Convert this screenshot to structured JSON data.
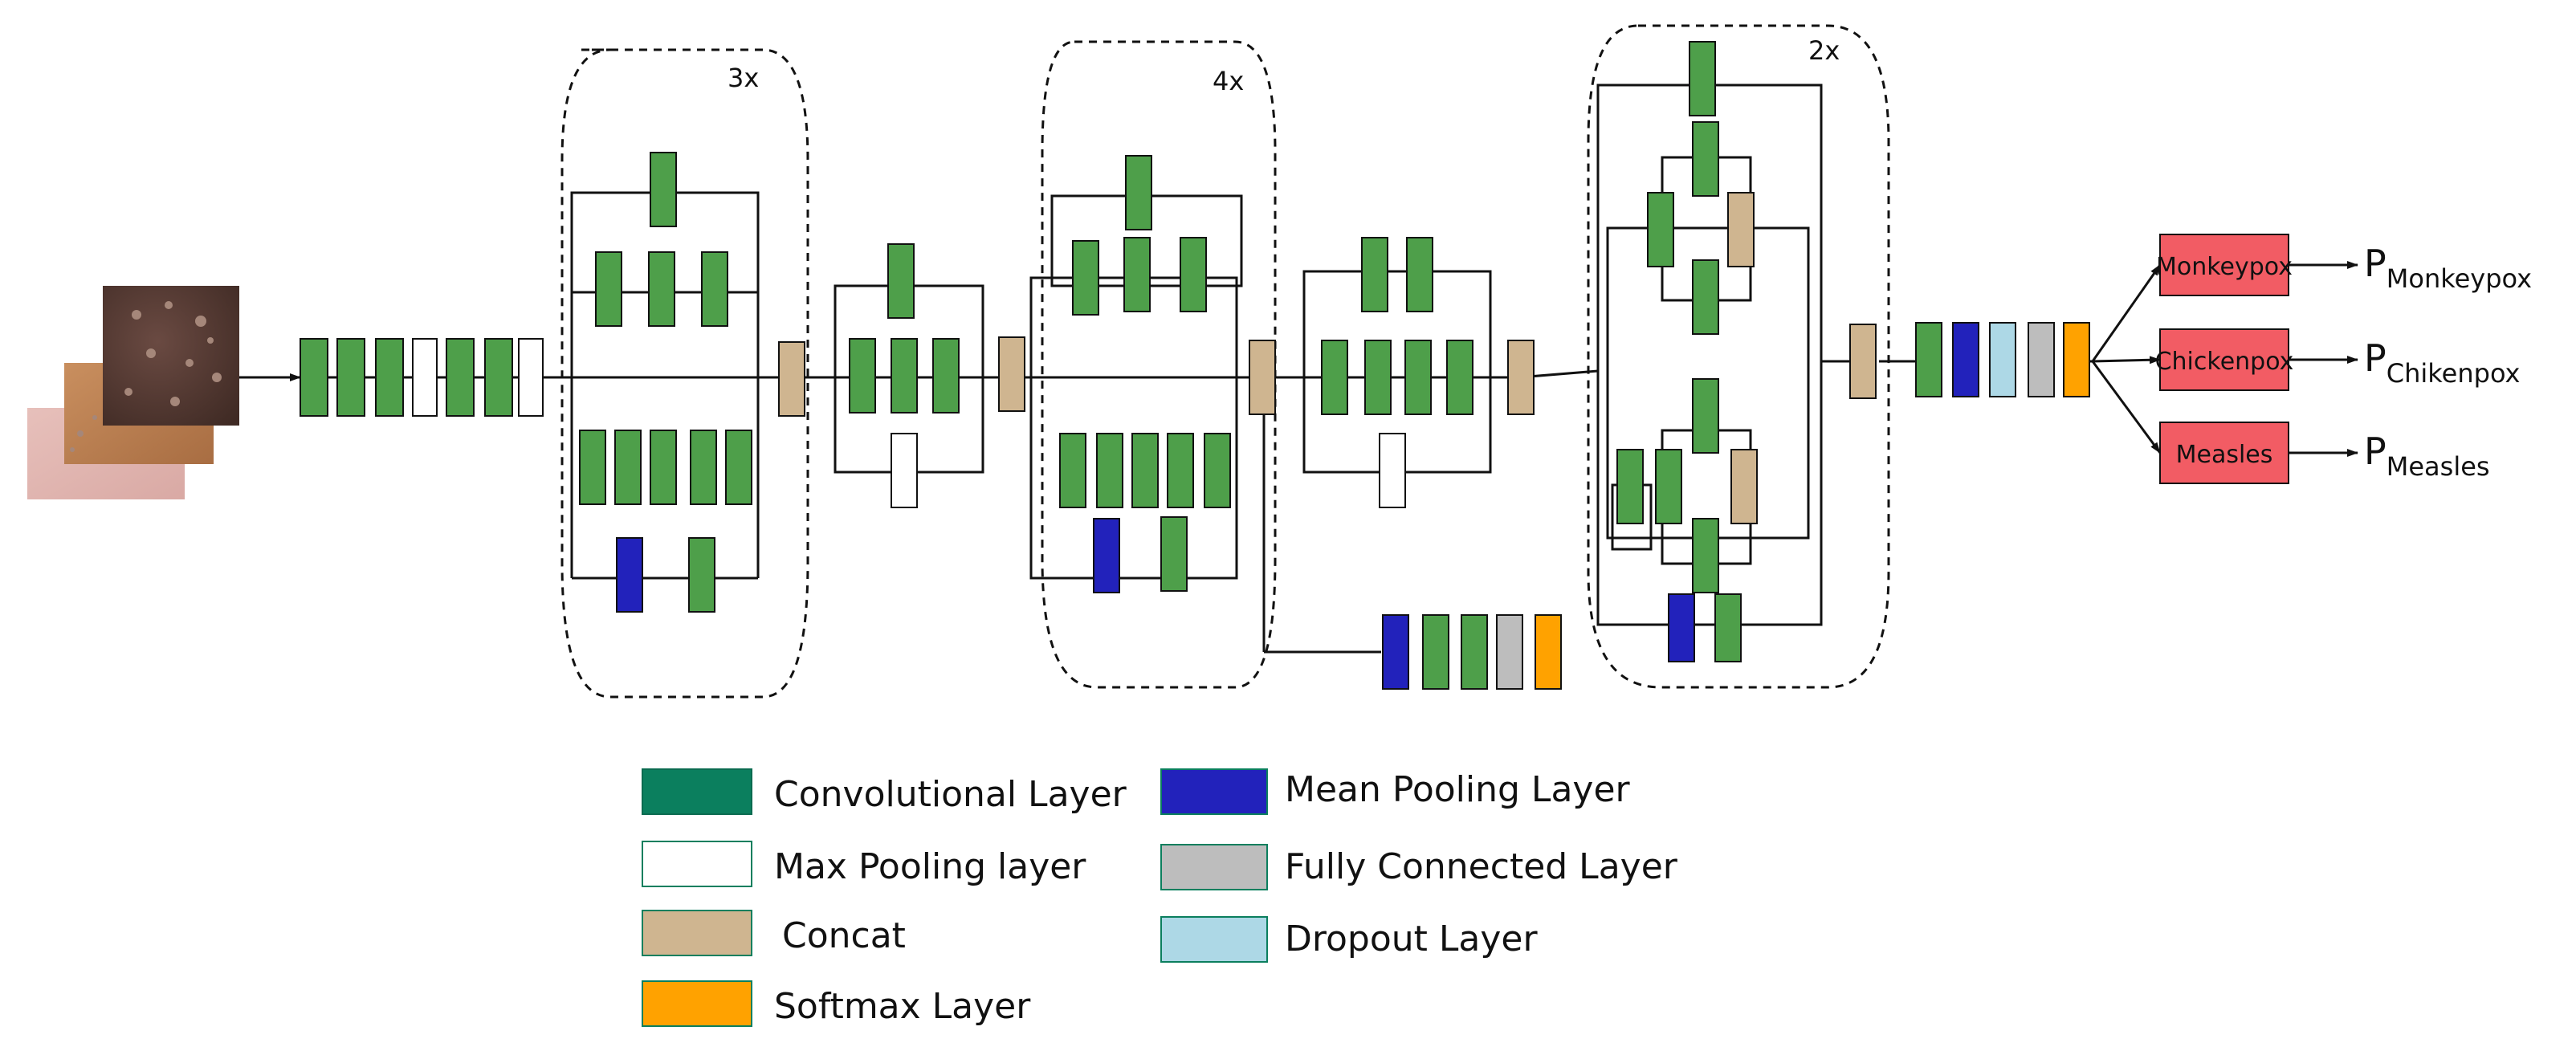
{
  "colors": {
    "conv": "#4e9f4a",
    "conv_legend": "#0b7f5e",
    "maxpool": "#ffffff",
    "concat": "#cfb590",
    "meanpool": "#2222bb",
    "fc": "#bdbdbd",
    "dropout": "#add8e6",
    "softmax": "#ffa200",
    "output_box": "#f25c64",
    "line": "#111111"
  },
  "repeats": {
    "block1": "3x",
    "block2": "4x",
    "block3": "2x"
  },
  "outputs": [
    {
      "label": "Monkeypox",
      "prob_main": "P",
      "prob_sub": "Monkeypox"
    },
    {
      "label": "Chickenpox",
      "prob_main": "P",
      "prob_sub": "Chikenpox"
    },
    {
      "label": "Measles",
      "prob_main": "P",
      "prob_sub": "Measles"
    }
  ],
  "legend": {
    "conv": "Convolutional Layer",
    "maxpool": "Max Pooling layer",
    "concat": "Concat",
    "softmax": "Softmax Layer",
    "meanpool": "Mean Pooling Layer",
    "fc": "Fully Connected Layer",
    "dropout": "Dropout Layer"
  }
}
